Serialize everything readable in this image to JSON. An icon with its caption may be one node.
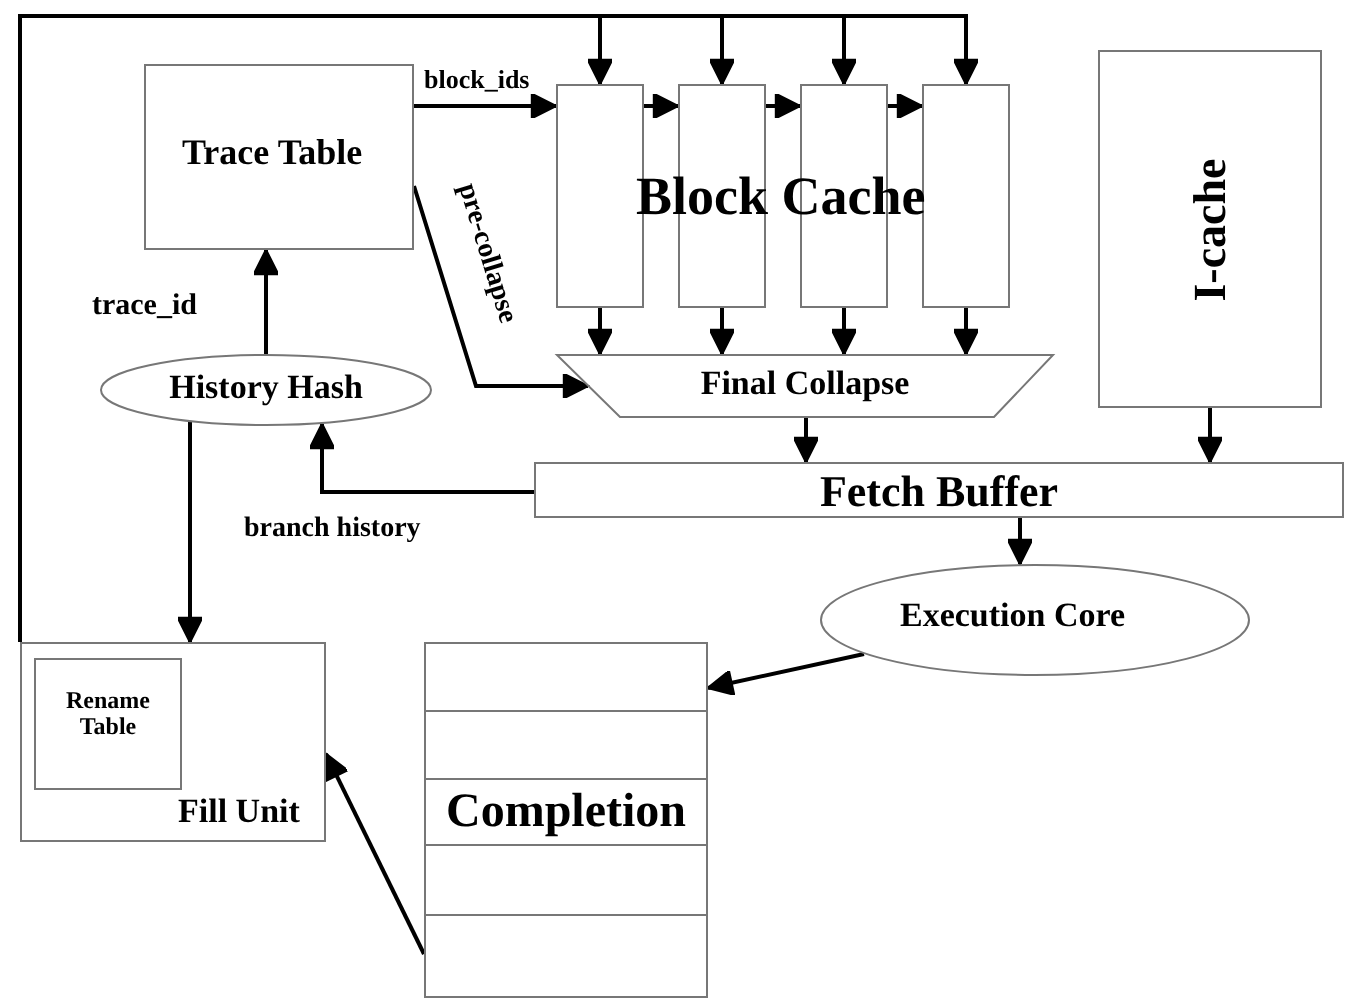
{
  "diagram": {
    "nodes": [
      {
        "text": [
          "Trace Table"
        ]
      },
      {
        "text": [],
        "shape": "box"
      },
      {
        "text": [],
        "shape": "box"
      },
      {
        "text": [],
        "shape": "box"
      },
      {
        "text": [],
        "shape": "box"
      },
      {
        "text": [
          "Final Collapse"
        ]
      },
      {
        "text": [
          "I-cache"
        ]
      },
      {
        "text": [
          "History Hash"
        ]
      },
      {
        "text": [
          "Fetch Buffer"
        ]
      },
      {
        "text": [
          "Execution Core"
        ]
      },
      {
        "text": [
          "Fill Unit"
        ]
      },
      {
        "text": [
          "Rename Table"
        ],
        "in": 10
      },
      {
        "text": [
          "Completion"
        ]
      }
    ],
    "edges": [
      {
        "from": 0,
        "to": 1,
        "arrow": "to",
        "label": "block_ids"
      },
      {
        "from": 1,
        "to": 2,
        "arrow": "to"
      },
      {
        "from": 2,
        "to": 3,
        "arrow": "to"
      },
      {
        "from": 3,
        "to": 4,
        "arrow": "to"
      },
      {
        "from": 10,
        "to": 1,
        "arrow": "to"
      },
      {
        "from": 10,
        "to": 2,
        "arrow": "to"
      },
      {
        "from": 10,
        "to": 3,
        "arrow": "to"
      },
      {
        "from": 10,
        "to": 4,
        "arrow": "to"
      },
      {
        "from": 1,
        "to": 5,
        "arrow": "to"
      },
      {
        "from": 2,
        "to": 5,
        "arrow": "to"
      },
      {
        "from": 3,
        "to": 5,
        "arrow": "to"
      },
      {
        "from": 4,
        "to": 5,
        "arrow": "to"
      },
      {
        "from": 0,
        "to": 5,
        "arrow": "to",
        "label": "pre-collapse"
      },
      {
        "from": 5,
        "to": 8,
        "arrow": "to"
      },
      {
        "from": 6,
        "to": 8,
        "arrow": "to"
      },
      {
        "from": 8,
        "to": 7,
        "arrow": "to",
        "label": "branch history"
      },
      {
        "from": 7,
        "to": 0,
        "arrow": "to",
        "label": "trace_id"
      },
      {
        "from": 7,
        "to": 10,
        "arrow": "to"
      },
      {
        "from": 8,
        "to": 9,
        "arrow": "to"
      },
      {
        "from": 9,
        "to": 12,
        "arrow": "to"
      },
      {
        "from": 12,
        "to": 10,
        "arrow": "to"
      }
    ],
    "labels": [
      "Block Cache"
    ]
  }
}
